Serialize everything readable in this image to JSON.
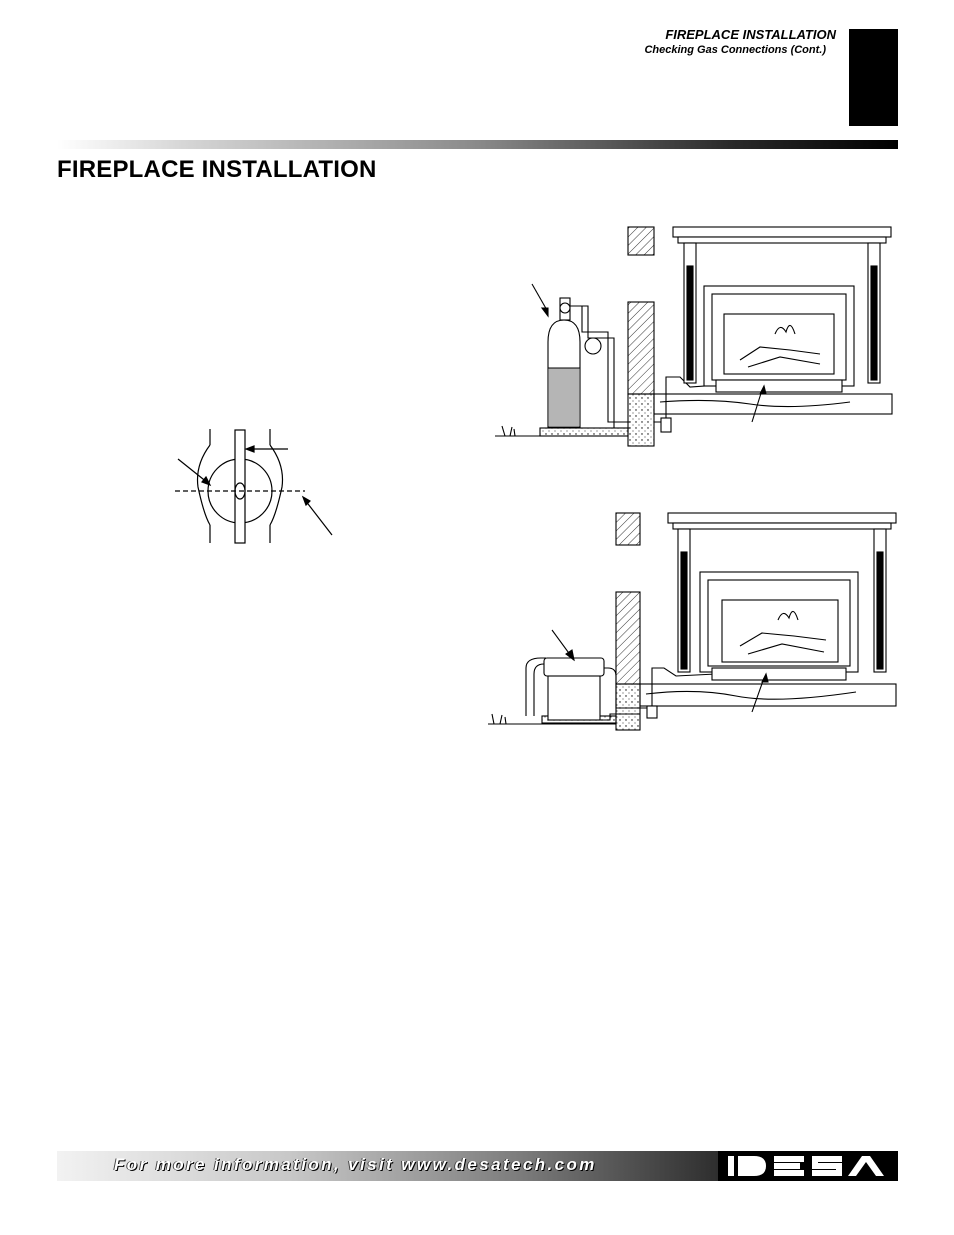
{
  "header": {
    "section_title": "FIREPLACE INSTALLATION",
    "section_subtitle": "Checking Gas Connections (Cont.)"
  },
  "page_title": "FIREPLACE INSTALLATION",
  "footer": {
    "text": "For more information, visit www.desatech.com",
    "logo": "DESA"
  },
  "figures": {
    "valve": {
      "icon": "gas-valve-handle-diagram"
    },
    "tank": {
      "icon": "lp-tank-fireplace-diagram"
    },
    "meter": {
      "icon": "gas-meter-fireplace-diagram"
    }
  },
  "colors": {
    "black": "#000000",
    "gray": "#b5b5b5"
  }
}
